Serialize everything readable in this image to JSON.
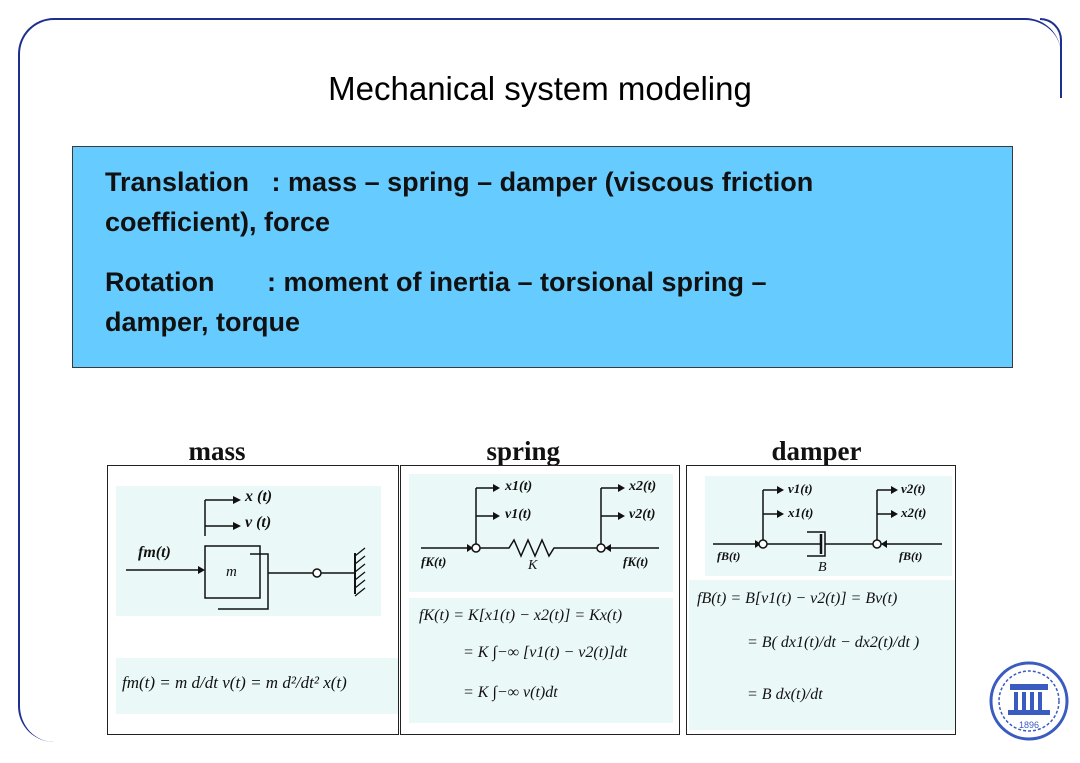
{
  "slide": {
    "title": "Mechanical system modeling",
    "translation_line1": "Translation   : mass – spring – damper (viscous friction",
    "translation_line2": "coefficient), force",
    "rotation_line1": "Rotation       : moment of inertia – torsional spring –",
    "rotation_line2": "damper, torque"
  },
  "headings": {
    "mass": {
      "label": "mass",
      "symbol": "M"
    },
    "spring": {
      "label": "spring",
      "symbol": "K"
    },
    "damper": {
      "label": "damper",
      "symbol": "B"
    }
  },
  "mass_panel": {
    "x_label": "x (t)",
    "v_label": "v (t)",
    "force_label": "fm(t)",
    "block_label": "m",
    "equation": "fm(t) = m d/dt v(t) = m d²/dt² x(t)"
  },
  "spring_panel": {
    "x1": "x1(t)",
    "v1": "v1(t)",
    "x2": "x2(t)",
    "v2": "v2(t)",
    "fk_left": "fK(t)",
    "fk_right": "fK(t)",
    "k_label": "K",
    "eq1": "fK(t) = K[x1(t) − x2(t)] = Kx(t)",
    "eq2": "= K ∫−∞ [v1(t) − v2(t)]dt",
    "eq3": "= K ∫−∞ v(t)dt"
  },
  "damper_panel": {
    "v1": "v1(t)",
    "x1": "x1(t)",
    "v2": "v2(t)",
    "x2": "x2(t)",
    "fb_left": "fB(t)",
    "fb_right": "fB(t)",
    "b_label": "B",
    "eq1": "fB(t) = B[v1(t) − v2(t)] = Bv(t)",
    "eq2": "= B( dx1(t)/dt − dx2(t)/dt )",
    "eq3": "= B dx(t)/dt"
  },
  "colors": {
    "frame": "#1f2f8f",
    "blue_box": "#66ccff",
    "symbol_red": "#e01818",
    "panel_tint": "#eaf8f7"
  },
  "logo": {
    "icon": "university-seal-icon",
    "year": "1896"
  }
}
